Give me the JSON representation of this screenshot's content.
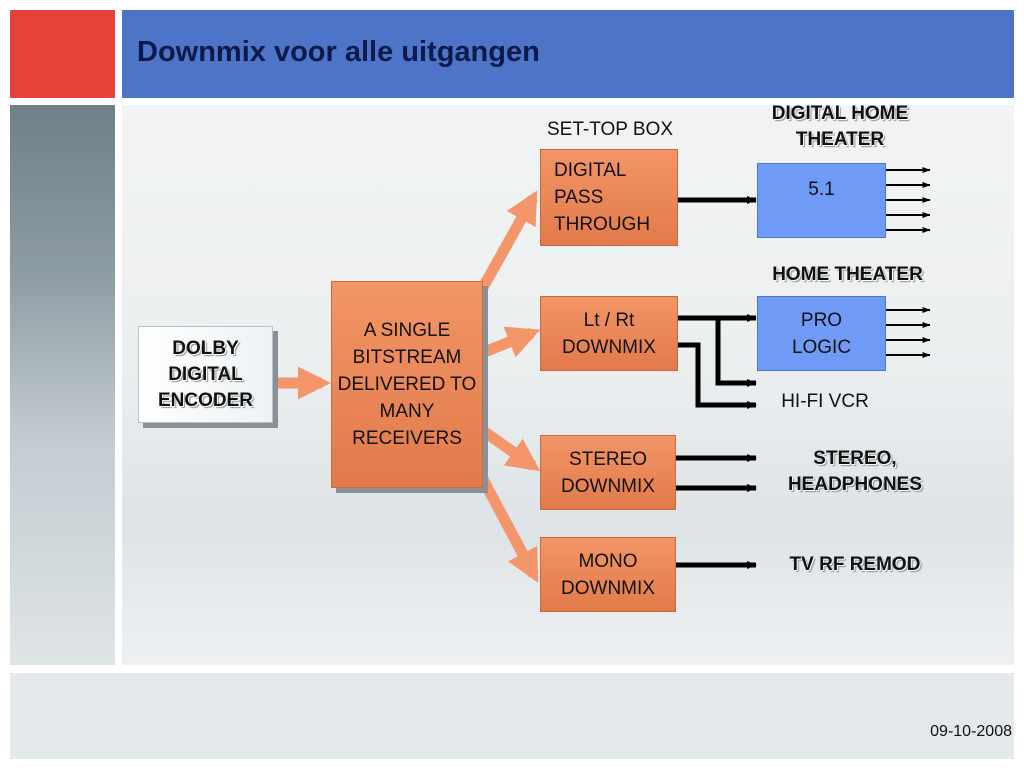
{
  "slide": {
    "title": "Downmix voor alle uitgangen",
    "date": "09-10-2008"
  },
  "diagram": {
    "encoder": "DOLBY DIGITAL ENCODER",
    "bitstream": "A SINGLE BITSTREAM DELIVERED TO MANY RECEIVERS",
    "set_top_box_label": "SET-TOP BOX",
    "digital_pass_through": "DIGITAL PASS THROUGH",
    "lt_rt_downmix": "Lt / Rt DOWNMIX",
    "stereo_downmix": "STEREO DOWNMIX",
    "mono_downmix": "MONO DOWNMIX",
    "digital_home_theater_label": "DIGITAL HOME THEATER",
    "five_one": "5.1",
    "home_theater_label": "HOME THEATER",
    "pro_logic": "PRO LOGIC",
    "hifi_vcr": "HI-FI VCR",
    "stereo_headphones": "STEREO, HEADPHONES",
    "tv_rf_remod": "TV RF REMOD"
  },
  "colors": {
    "title_bar": "#4d74c6",
    "accent_red": "#e8413a",
    "orange_box": "#e9845a",
    "blue_box": "#6f9af5",
    "arrow_orange": "#f4956a"
  }
}
